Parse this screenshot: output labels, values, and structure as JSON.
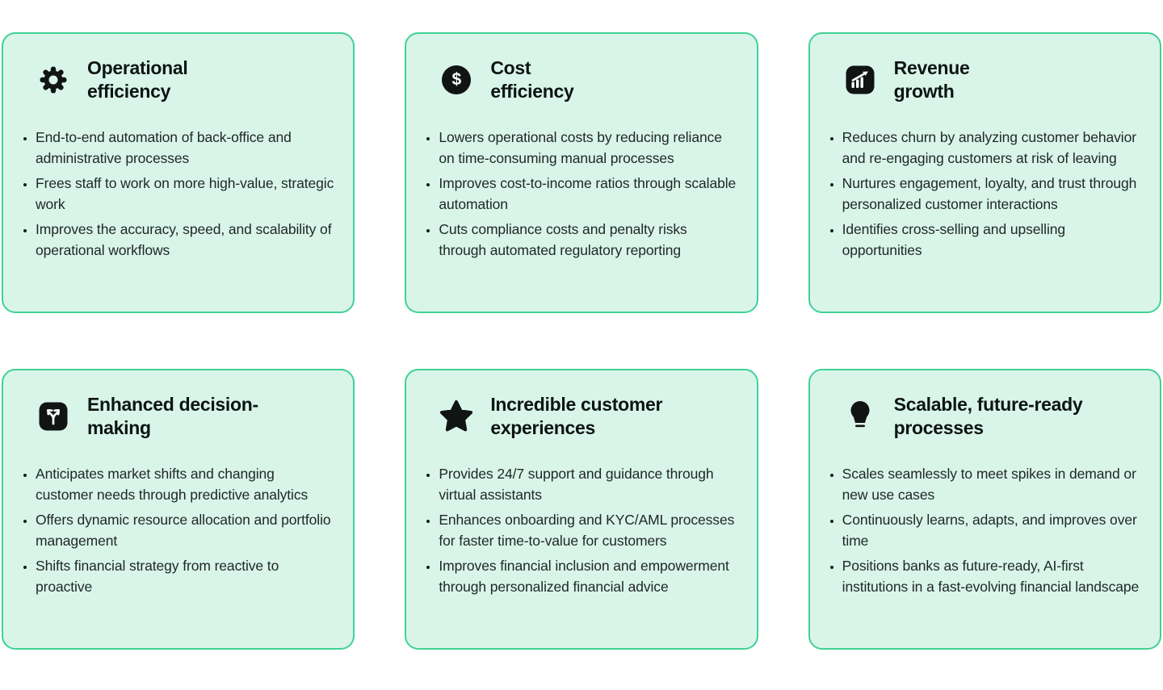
{
  "theme": {
    "page_background": "#ffffff",
    "card_background": "#d9f5ea",
    "card_border": "#41d195",
    "icon_color": "#101413",
    "icon_glyph_color": "#ffffff",
    "title_color": "#0d1412",
    "text_color": "#212826"
  },
  "cards": [
    {
      "id": "operational-efficiency",
      "icon": "gear-icon",
      "title_lines": [
        "Operational",
        "efficiency"
      ],
      "bullets": [
        "End-to-end automation of back-office and administrative processes",
        "Frees staff to work on more high-value, strategic work",
        "Improves the accuracy, speed, and scalability of operational workflows"
      ]
    },
    {
      "id": "cost-efficiency",
      "icon": "dollar-circle-icon",
      "icon_glyph": "$",
      "title_lines": [
        "Cost",
        "efficiency"
      ],
      "bullets": [
        "Lowers operational costs by reducing reliance on time-consuming manual processes",
        "Improves cost-to-income ratios through scalable automation",
        "Cuts compliance costs and penalty risks through automated regulatory reporting"
      ]
    },
    {
      "id": "revenue-growth",
      "icon": "growth-chart-icon",
      "title_lines": [
        "Revenue",
        "growth"
      ],
      "bullets": [
        "Reduces churn by analyzing customer behavior and re-engaging customers at risk of leaving",
        "Nurtures engagement, loyalty, and trust through personalized customer interactions",
        "Identifies cross-selling and upselling opportunities"
      ]
    },
    {
      "id": "enhanced-decision-making",
      "icon": "split-arrows-icon",
      "title_lines": [
        "Enhanced decision-",
        "making"
      ],
      "bullets": [
        "Anticipates market shifts and changing customer needs through predictive analytics",
        "Offers dynamic resource allocation and portfolio management",
        "Shifts financial strategy from reactive to proactive"
      ]
    },
    {
      "id": "incredible-customer-experiences",
      "icon": "star-icon",
      "title_lines": [
        "Incredible customer",
        "experiences"
      ],
      "bullets": [
        "Provides 24/7 support and guidance through virtual assistants",
        "Enhances onboarding and KYC/AML processes for faster time-to-value for customers",
        "Improves financial inclusion and empowerment through personalized financial advice"
      ]
    },
    {
      "id": "scalable-future-ready-processes",
      "icon": "lightbulb-icon",
      "title_lines": [
        "Scalable, future-ready",
        "processes"
      ],
      "bullets": [
        "Scales seamlessly to meet spikes in demand or new use cases",
        "Continuously learns, adapts, and improves over time",
        "Positions banks as future-ready, AI-first institutions in a fast-evolving financial landscape"
      ]
    }
  ]
}
